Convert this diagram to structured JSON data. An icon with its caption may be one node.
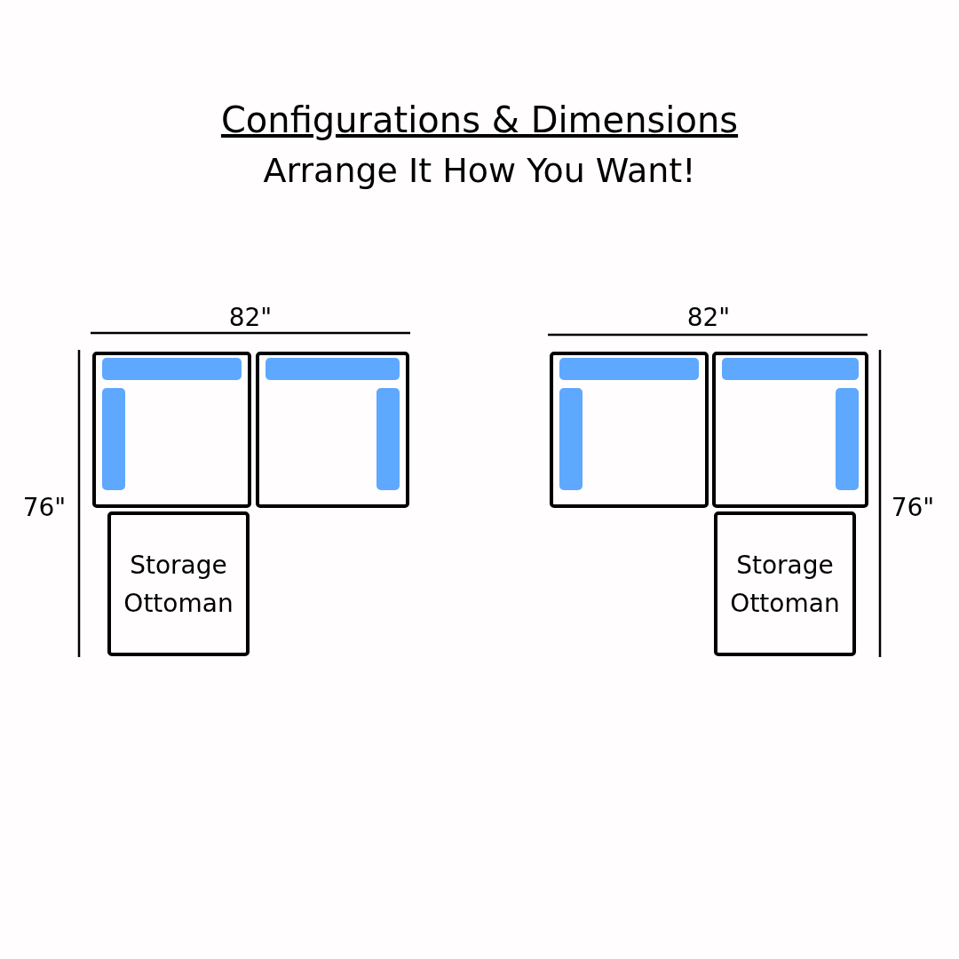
{
  "diagram": {
    "title": "Configurations & Dimensions",
    "nodes": [
      {
        "text": [],
        "shape": "box"
      },
      {
        "text": [],
        "shape": "box"
      },
      {
        "text": [
          "Storage Ottoman"
        ]
      },
      {
        "text": [],
        "shape": "box"
      },
      {
        "text": [],
        "shape": "box"
      },
      {
        "text": [
          "Storage Ottoman"
        ]
      }
    ],
    "edges": [],
    "labels": [
      "Arrange It How You Want!",
      "82\"",
      "82\"",
      "76\"",
      "76\""
    ]
  }
}
